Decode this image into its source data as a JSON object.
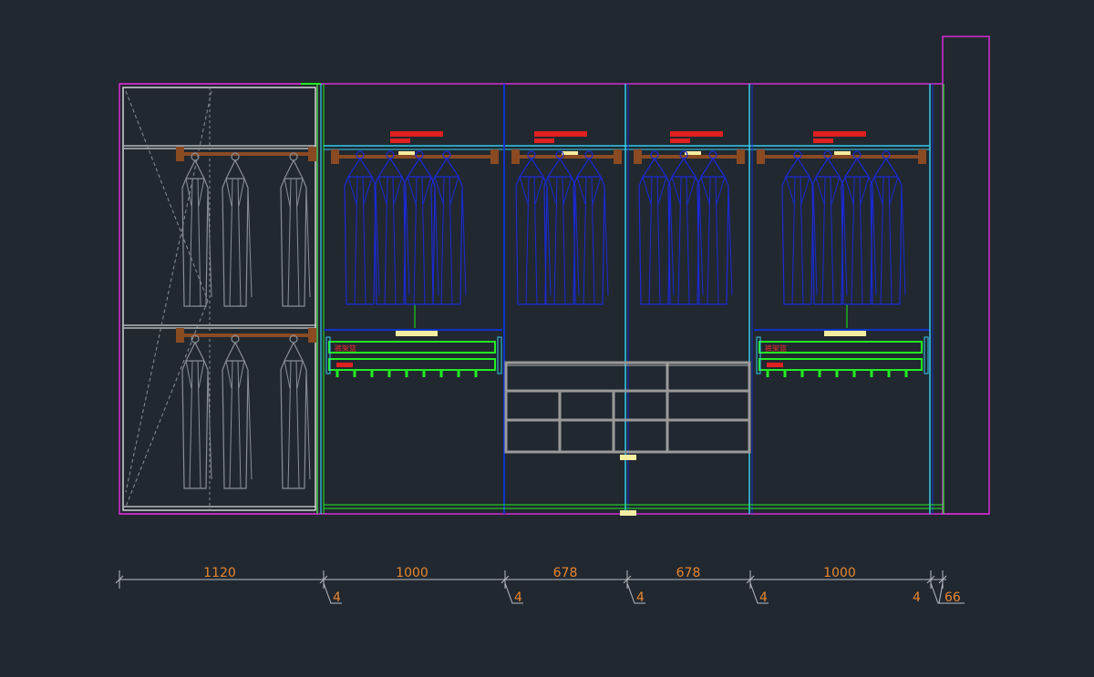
{
  "drawing": {
    "colors": {
      "background": "#212830",
      "cabinet_outline": "#d62bd6",
      "panel_blue": "#1133cc",
      "panel_cyan": "#33ccee",
      "tray_green": "#22ee22",
      "hanger_blue": "#1a2ad6",
      "hanger_grey": "#8a8f96",
      "drawer_grey": "#9a9a9a",
      "rail_brown": "#8a4a22",
      "label_red": "#e02020",
      "marker_yellow": "#f5eda0",
      "dimension_orange": "#e8862e",
      "dimension_line": "#b9bec4"
    },
    "tray_label": "裤架篮",
    "dimensions": {
      "widths": [
        "1120",
        "1000",
        "678",
        "678",
        "1000"
      ],
      "panel_thickness": [
        "4",
        "4",
        "4",
        "4",
        "4"
      ],
      "end_panel": "66"
    }
  }
}
